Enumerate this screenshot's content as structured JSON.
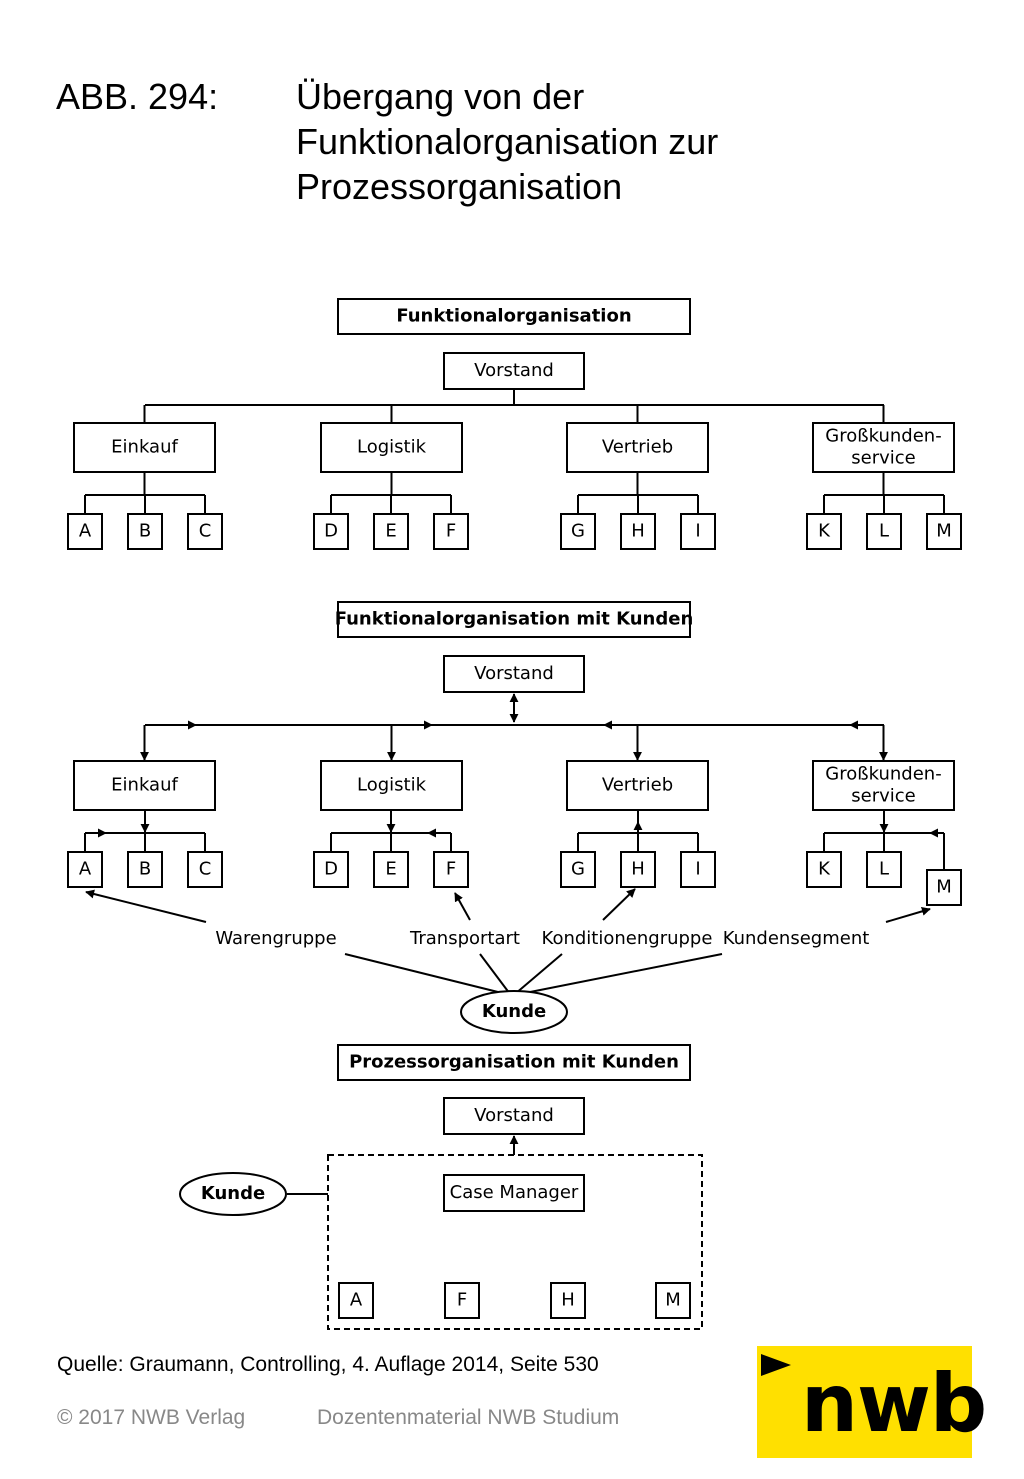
{
  "header": {
    "label": "ABB. 294:",
    "title": "Übergang von der Funktionalorganisation zur Prozessorganisation"
  },
  "sections": {
    "functional": {
      "title": "Funktionalorganisation",
      "board": "Vorstand",
      "departments": [
        {
          "name": "Einkauf",
          "units": [
            "A",
            "B",
            "C"
          ]
        },
        {
          "name": "Logistik",
          "units": [
            "D",
            "E",
            "F"
          ]
        },
        {
          "name": "Vertrieb",
          "units": [
            "G",
            "H",
            "I"
          ]
        },
        {
          "name": "Großkunden-\nservice",
          "units": [
            "K",
            "L",
            "M"
          ]
        }
      ]
    },
    "functional_customers": {
      "title": "Funktionalorganisation mit Kunden",
      "board": "Vorstand",
      "departments": [
        {
          "name": "Einkauf",
          "units": [
            "A",
            "B",
            "C"
          ]
        },
        {
          "name": "Logistik",
          "units": [
            "D",
            "E",
            "F"
          ]
        },
        {
          "name": "Vertrieb",
          "units": [
            "G",
            "H",
            "I"
          ]
        },
        {
          "name": "Großkunden-\nservice",
          "units": [
            "K",
            "L",
            "M"
          ]
        }
      ],
      "criteria": [
        "Warengruppe",
        "Transportart",
        "Konditionengruppe",
        "Kundensegment"
      ],
      "customer": "Kunde"
    },
    "process": {
      "title": "Prozessorganisation mit Kunden",
      "board": "Vorstand",
      "manager": "Case Manager",
      "customer": "Kunde",
      "units": [
        "A",
        "F",
        "H",
        "M"
      ]
    }
  },
  "footer": {
    "source": "Quelle: Graumann, Controlling, 4. Auflage 2014, Seite 530",
    "copyright": "© 2017 NWB Verlag",
    "material": "Dozentenmaterial NWB Studium",
    "logo": "nwb"
  },
  "colors": {
    "logo_bg": "#ffe000",
    "footer_text": "#888888"
  }
}
